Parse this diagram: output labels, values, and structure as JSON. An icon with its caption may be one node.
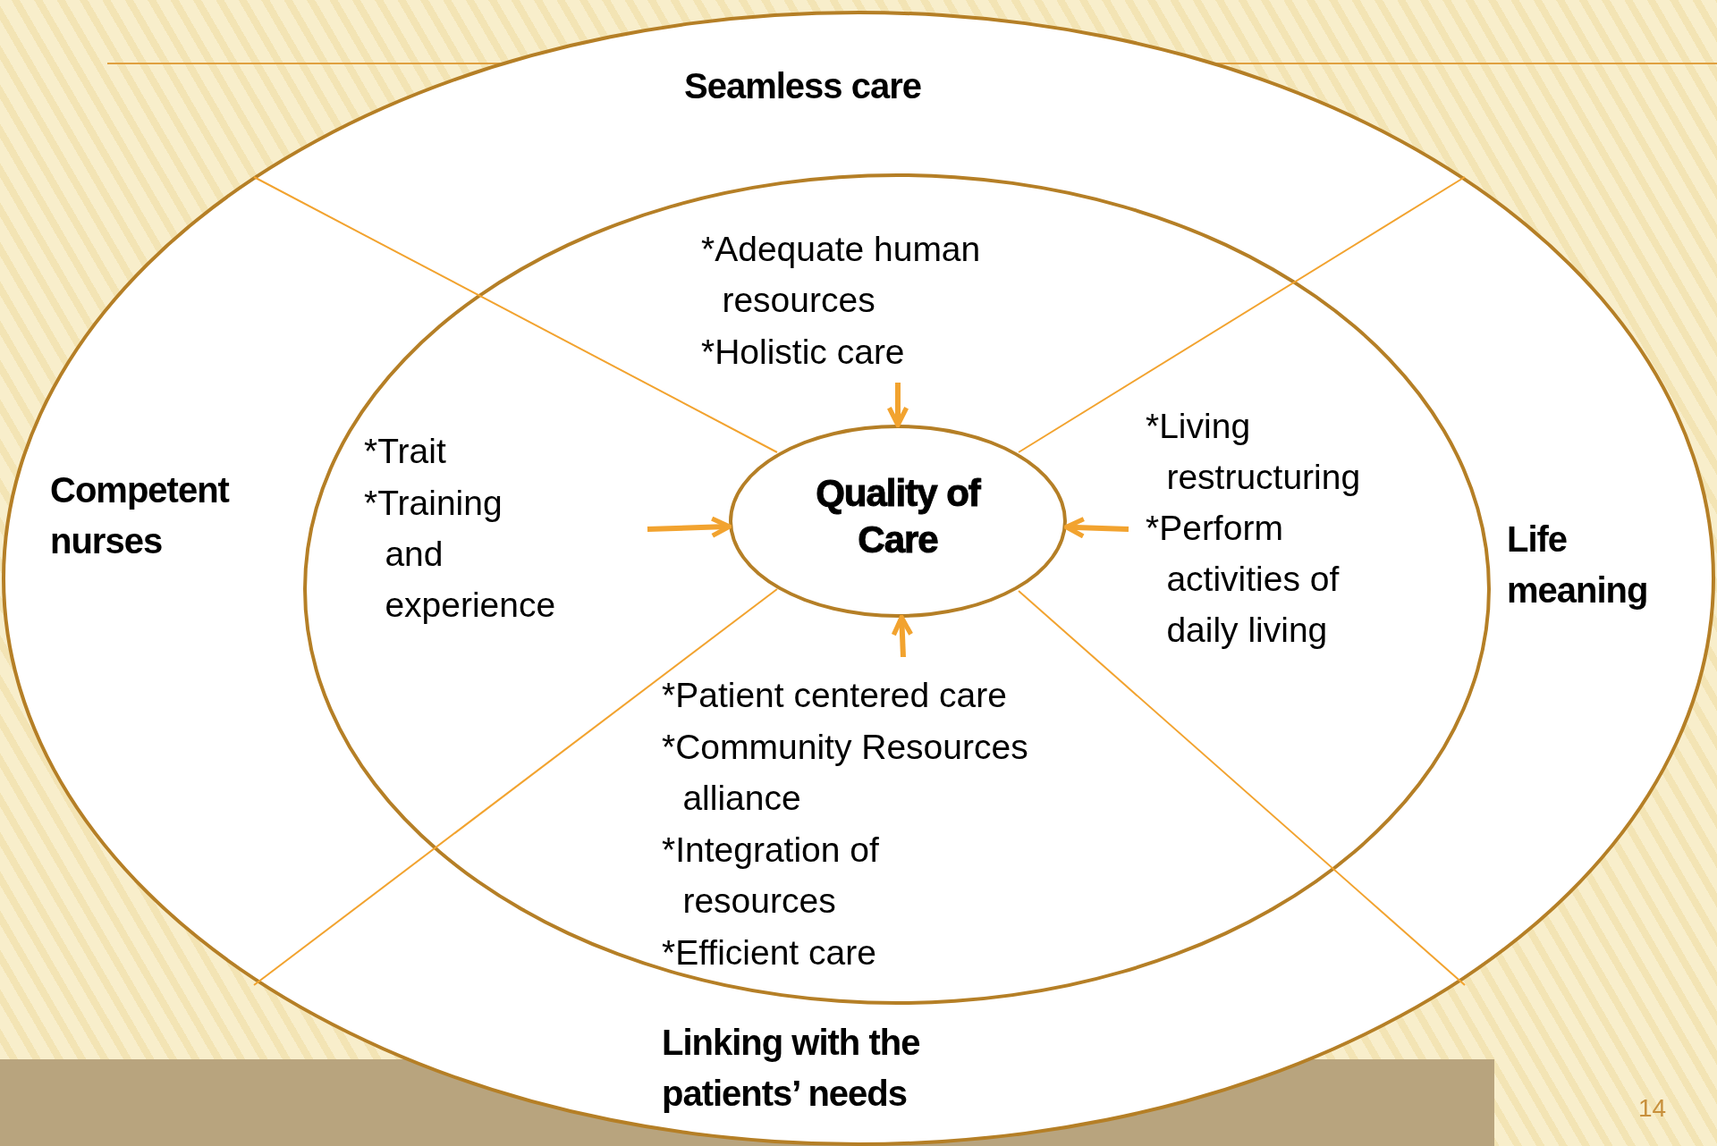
{
  "diagram": {
    "nodes": [
      {
        "text": [
          "Seamless care",
          "Competent nurses",
          "Life meaning",
          "Linking with the patients’ needs"
        ]
      },
      {
        "text": [
          "*Adequate human resources",
          "*Holistic care",
          "*Trait",
          "*Training and experience",
          "*Living restructuring",
          "*Perform activities of daily living",
          "*Patient centered care",
          "*Community Resources alliance",
          "*Integration of resources",
          "*Efficient care"
        ],
        "in": 0
      },
      {
        "text": [
          "Quality of Care"
        ],
        "in": 1
      }
    ],
    "edges": [
      {
        "from": null,
        "to": 2,
        "arrow": "to"
      },
      {
        "from": null,
        "to": 2,
        "arrow": "to"
      },
      {
        "from": null,
        "to": 2,
        "arrow": "to"
      },
      {
        "from": null,
        "to": 2,
        "arrow": "to"
      }
    ],
    "labels": [
      "14"
    ]
  }
}
